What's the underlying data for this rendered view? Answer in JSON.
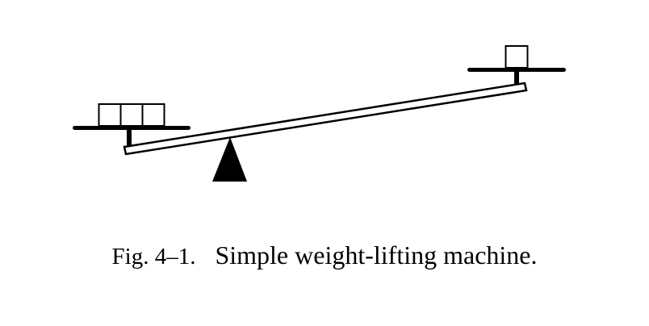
{
  "figure": {
    "caption_label": "Fig. 4–1.",
    "caption_text": "Simple weight-lifting machine.",
    "left_pan_weights": 3,
    "right_pan_weights": 1
  },
  "colors": {
    "ink": "#000000",
    "paper": "#ffffff"
  }
}
